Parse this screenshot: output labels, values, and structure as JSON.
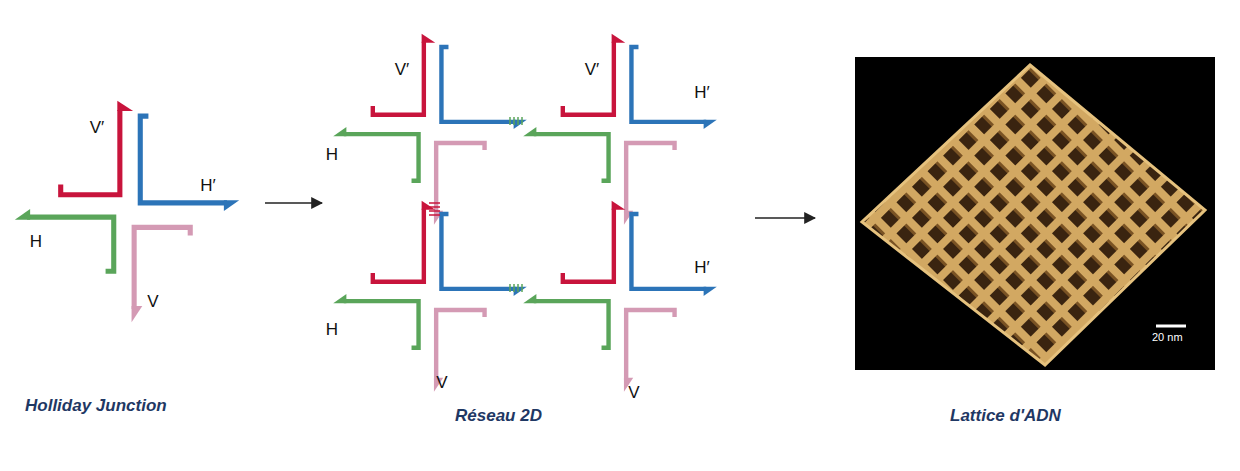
{
  "diagram": {
    "nodes": [
      {
        "text": [
          "Holliday Junction"
        ]
      },
      {
        "text": [
          "Réseau 2D"
        ]
      },
      {
        "text": [
          "Lattice d'ADN"
        ]
      }
    ],
    "edges": [
      {
        "from": 0,
        "to": 1,
        "arrow": "to"
      },
      {
        "from": 1,
        "to": 2,
        "arrow": "to"
      }
    ],
    "labels": [
      "V′",
      "H′",
      "H",
      "V",
      "V′",
      "V′",
      "H′",
      "H",
      "H′",
      "H",
      "V",
      "V",
      "20 nm"
    ]
  }
}
